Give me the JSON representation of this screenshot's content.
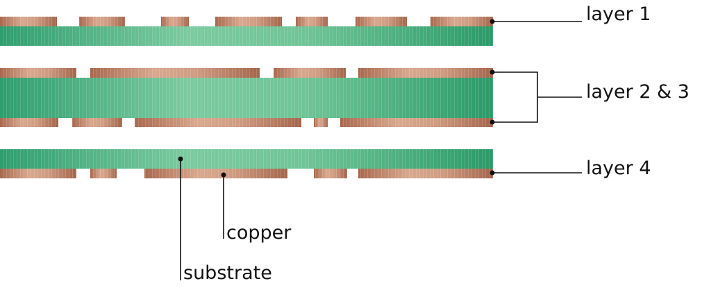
{
  "labels": {
    "layer1": "layer 1",
    "layer23": "layer 2 & 3",
    "layer4": "layer 4",
    "copper": "copper",
    "substrate": "substrate"
  },
  "colors": {
    "substrate_light": "#7ccaa0",
    "substrate_dark": "#2a9e6e",
    "copper_light": "#d8a88e",
    "copper_dark": "#a56b52",
    "line": "#111111",
    "text": "#111111"
  }
}
